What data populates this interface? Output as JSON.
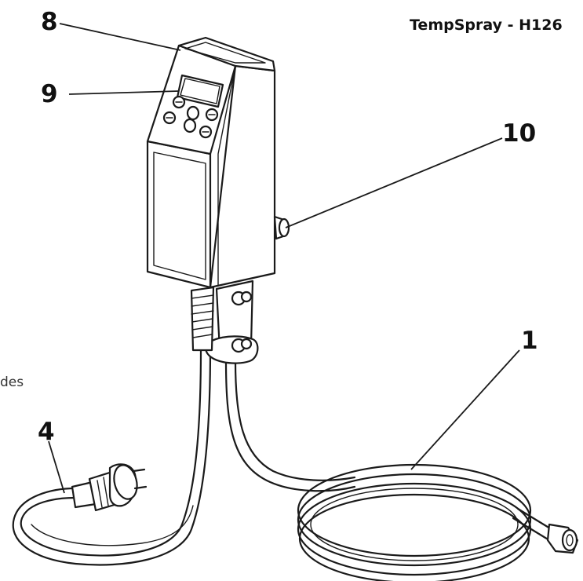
{
  "title": "TempSpray - H126",
  "side_fragment": "des",
  "callouts": {
    "c8": "8",
    "c9": "9",
    "c10": "10",
    "c1": "1",
    "c4": "4"
  },
  "icons": [
    "control-unit",
    "digital-display",
    "control-button",
    "hose-connector",
    "plug",
    "coiled-hose",
    "power-cable"
  ]
}
